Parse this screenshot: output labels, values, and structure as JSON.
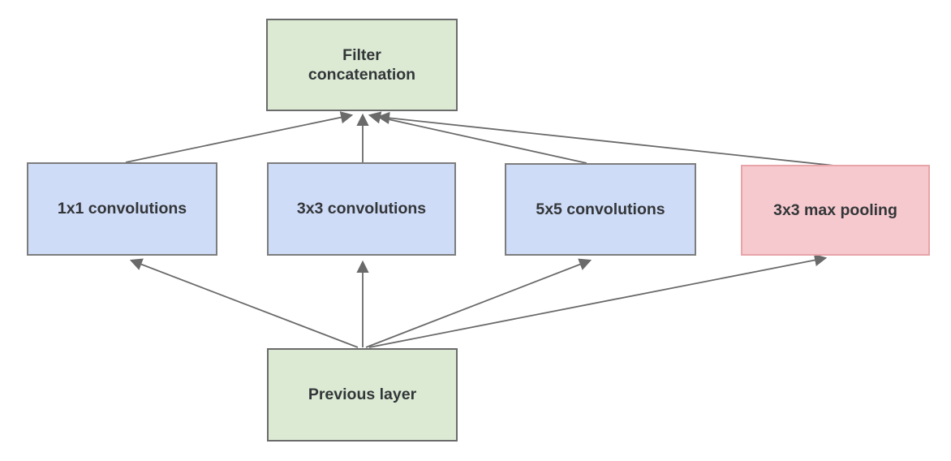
{
  "diagram": {
    "type": "flowchart",
    "background": "#ffffff",
    "arrow_color": "#6a6a6a",
    "nodes": [
      {
        "id": "filter-concat",
        "label": "Filter concatenation",
        "fill": "#dcead4",
        "border": "#6b6b6b",
        "role": "output"
      },
      {
        "id": "conv-1x1",
        "label": "1x1 convolutions",
        "fill": "#cfdcf7",
        "border": "#7d7d7d",
        "role": "branch"
      },
      {
        "id": "conv-3x3",
        "label": "3x3 convolutions",
        "fill": "#cfdcf7",
        "border": "#7d7d7d",
        "role": "branch"
      },
      {
        "id": "conv-5x5",
        "label": "5x5 convolutions",
        "fill": "#cfdcf7",
        "border": "#7d7d7d",
        "role": "branch"
      },
      {
        "id": "maxpool-3x3",
        "label": "3x3 max pooling",
        "fill": "#f6c9ce",
        "border": "#e7a4a9",
        "role": "branch"
      },
      {
        "id": "previous-layer",
        "label": "Previous layer",
        "fill": "#dcead4",
        "border": "#6b6b6b",
        "role": "input"
      }
    ],
    "edges": [
      {
        "from": "previous-layer",
        "to": "conv-1x1"
      },
      {
        "from": "previous-layer",
        "to": "conv-3x3"
      },
      {
        "from": "previous-layer",
        "to": "conv-5x5"
      },
      {
        "from": "previous-layer",
        "to": "maxpool-3x3"
      },
      {
        "from": "conv-1x1",
        "to": "filter-concat"
      },
      {
        "from": "conv-3x3",
        "to": "filter-concat"
      },
      {
        "from": "conv-5x5",
        "to": "filter-concat"
      },
      {
        "from": "maxpool-3x3",
        "to": "filter-concat"
      }
    ]
  }
}
